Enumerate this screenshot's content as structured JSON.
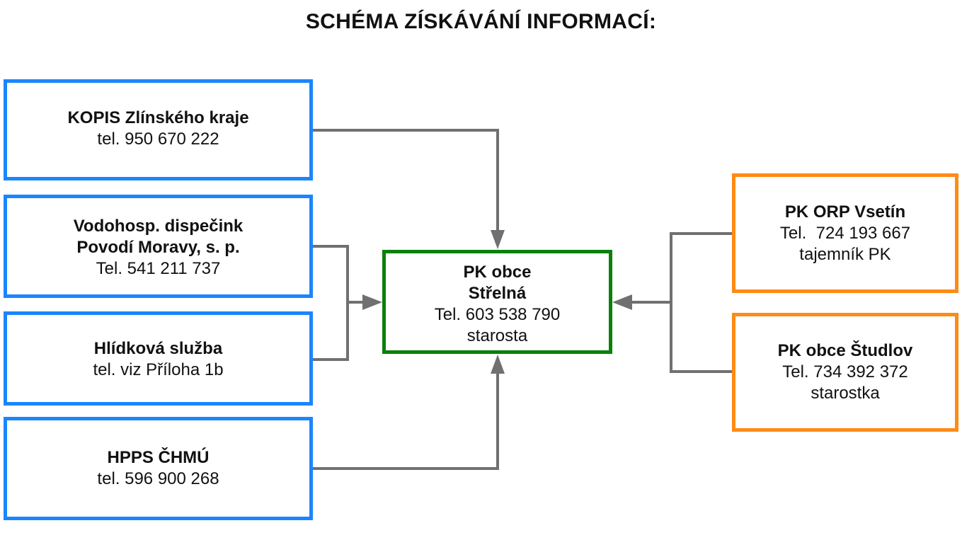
{
  "title": "SCHÉMA ZÍSKÁVÁNÍ INFORMACÍ:",
  "colors": {
    "source_border": "#1a85ff",
    "center_border": "#0a800a",
    "partner_border": "#ff8a14",
    "connector": "#707070"
  },
  "nodes": {
    "kopis": {
      "name": "KOPIS Zlínského kraje",
      "line1": "tel. 950 670 222"
    },
    "vodo": {
      "name1": "Vodohosp. dispečink",
      "name2": "Povodí Moravy, s. p.",
      "line1": "Tel. 541 211 737"
    },
    "hlidka": {
      "name": "Hlídková služba",
      "line1": "tel. viz Příloha 1b"
    },
    "hpps": {
      "name": "HPPS ČHMÚ",
      "line1": "tel. 596 900 268"
    },
    "center": {
      "name1": "PK obce",
      "name2": "Střelná",
      "line1": "Tel. 603 538 790",
      "line2": "starosta"
    },
    "orp": {
      "name": "PK ORP Vsetín",
      "line1": "Tel.  724 193 667",
      "line2": "tajemník PK"
    },
    "studlov": {
      "name": "PK obce Študlov",
      "line1": "Tel. 734 392 372",
      "line2": "starostka"
    }
  }
}
